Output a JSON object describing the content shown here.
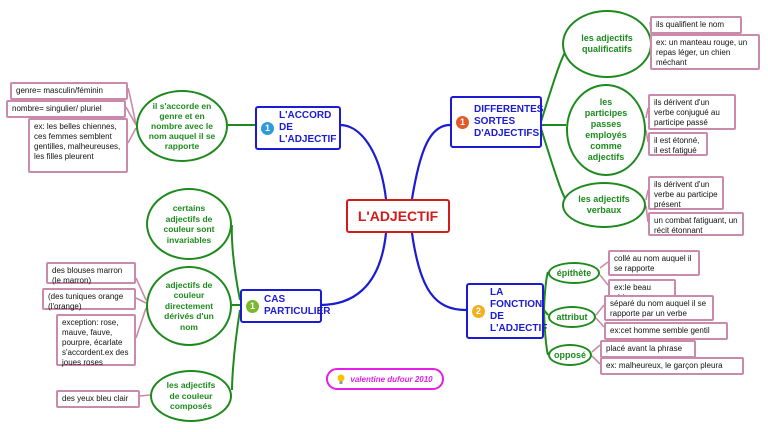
{
  "colors": {
    "center": "#d41b1b",
    "main": "#1b1bd4",
    "sub": "#1e8a1e",
    "leaf_border": "#c98aab",
    "signature": "#e51fe5"
  },
  "center": {
    "label": "L'ADJECTIF"
  },
  "branches": {
    "accord": {
      "number": "1",
      "number_color": "#2f9ad8",
      "label": "L'ACCORD DE L'ADJECTIF",
      "rule": "il s'accorde en genre et en nombre avec le nom auquel il se rapporte",
      "notes": [
        "genre= masculin/féminin",
        "nombre= singulier/ pluriel",
        "ex: les belles chiennes, ces femmes semblent gentilles, malheureuses, les filles pleurent"
      ]
    },
    "sortes": {
      "number": "1",
      "number_color": "#e05a2a",
      "label": "DIFFERENTES SORTES D'ADJECTIFS",
      "subs": [
        {
          "label": "les adjectifs qualificatifs",
          "notes": [
            "ils qualifient le nom",
            "ex: un manteau rouge, un repas léger, un chien méchant"
          ]
        },
        {
          "label": "les participes passes employés comme adjectifs",
          "notes": [
            "ils dérivent d'un verbe conjugué au participe passé",
            "il est étonné, il est fatigué"
          ]
        },
        {
          "label": "les adjectifs verbaux",
          "notes": [
            "ils dérivent d'un verbe au participe présent",
            "un combat fatiguant, un récit étonnant"
          ]
        }
      ]
    },
    "particulier": {
      "number": "1",
      "number_color": "#7ab82e",
      "label": "CAS PARTICULIER",
      "subs": [
        {
          "label": "certains adjectifs de couleur sont invariables",
          "notes": []
        },
        {
          "label": "adjectifs de couleur directement dérivés d'un nom",
          "notes": [
            "des blouses marron (le marron)",
            "(des tuniques orange (l'orange)",
            "exception: rose, mauve, fauve, pourpre, écarlate s'accordent.ex des joues roses"
          ]
        },
        {
          "label": "les adjectifs de couleur composés",
          "notes": [
            "des yeux bleu clair"
          ]
        }
      ]
    },
    "fonction": {
      "number": "2",
      "number_color": "#f0b020",
      "label": "LA FONCTION DE L'ADJECTIF",
      "subs": [
        {
          "label": "épithète",
          "notes": [
            "collé au nom auquel il se rapporte",
            "ex:le beau chien"
          ]
        },
        {
          "label": "attribut",
          "notes": [
            "séparé du nom auquel il se rapporte par un verbe",
            "ex:cet homme semble gentil"
          ]
        },
        {
          "label": "opposé",
          "notes": [
            "placé avant la phrase",
            "ex: malheureux, le garçon pleura"
          ]
        }
      ]
    }
  },
  "signature": {
    "text": "valentine dufour 2010"
  }
}
